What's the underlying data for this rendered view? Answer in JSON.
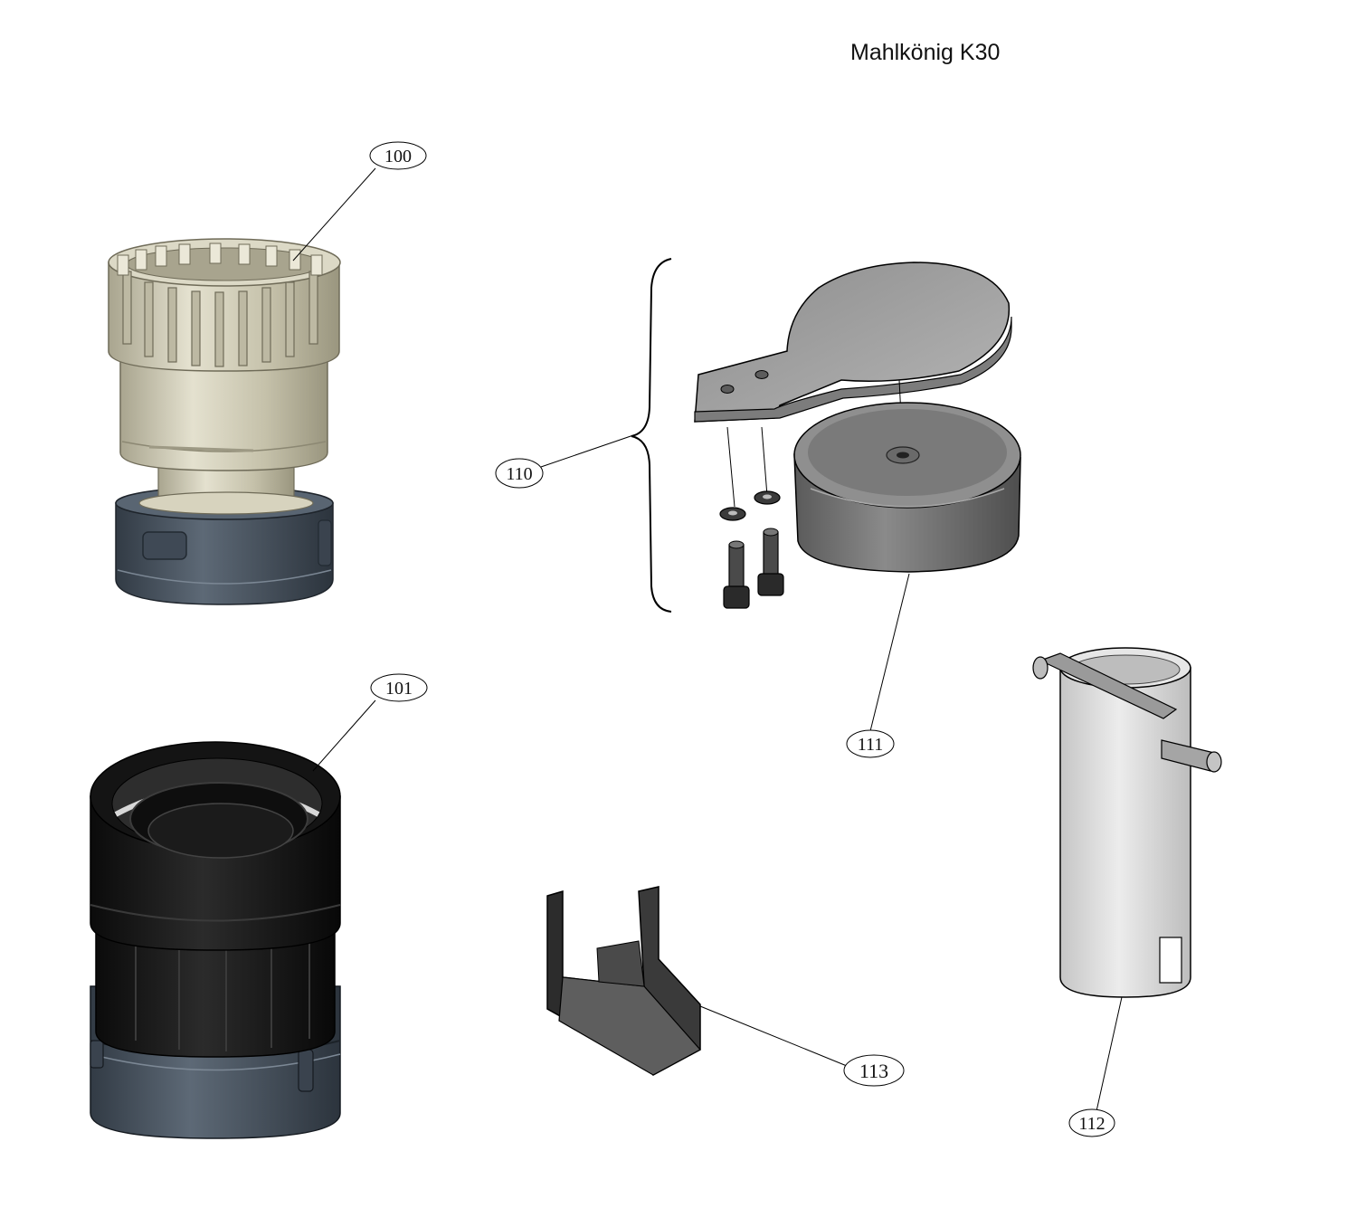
{
  "title": "Mahlkönig K30",
  "callouts": {
    "p100": "100",
    "p101": "101",
    "p110": "110",
    "p111": "111",
    "p112": "112",
    "p113": "113"
  },
  "colors": {
    "adapter_sleeve": "#cfcbb5",
    "adapter_ring": "#4a5562",
    "threaded_nut": "#151515",
    "nut_base": "#3d4651",
    "plate": "#9b9b9b",
    "puck": "#777777",
    "tube": "#d6d6d6",
    "clip": "#262626",
    "outline": "#000000"
  }
}
